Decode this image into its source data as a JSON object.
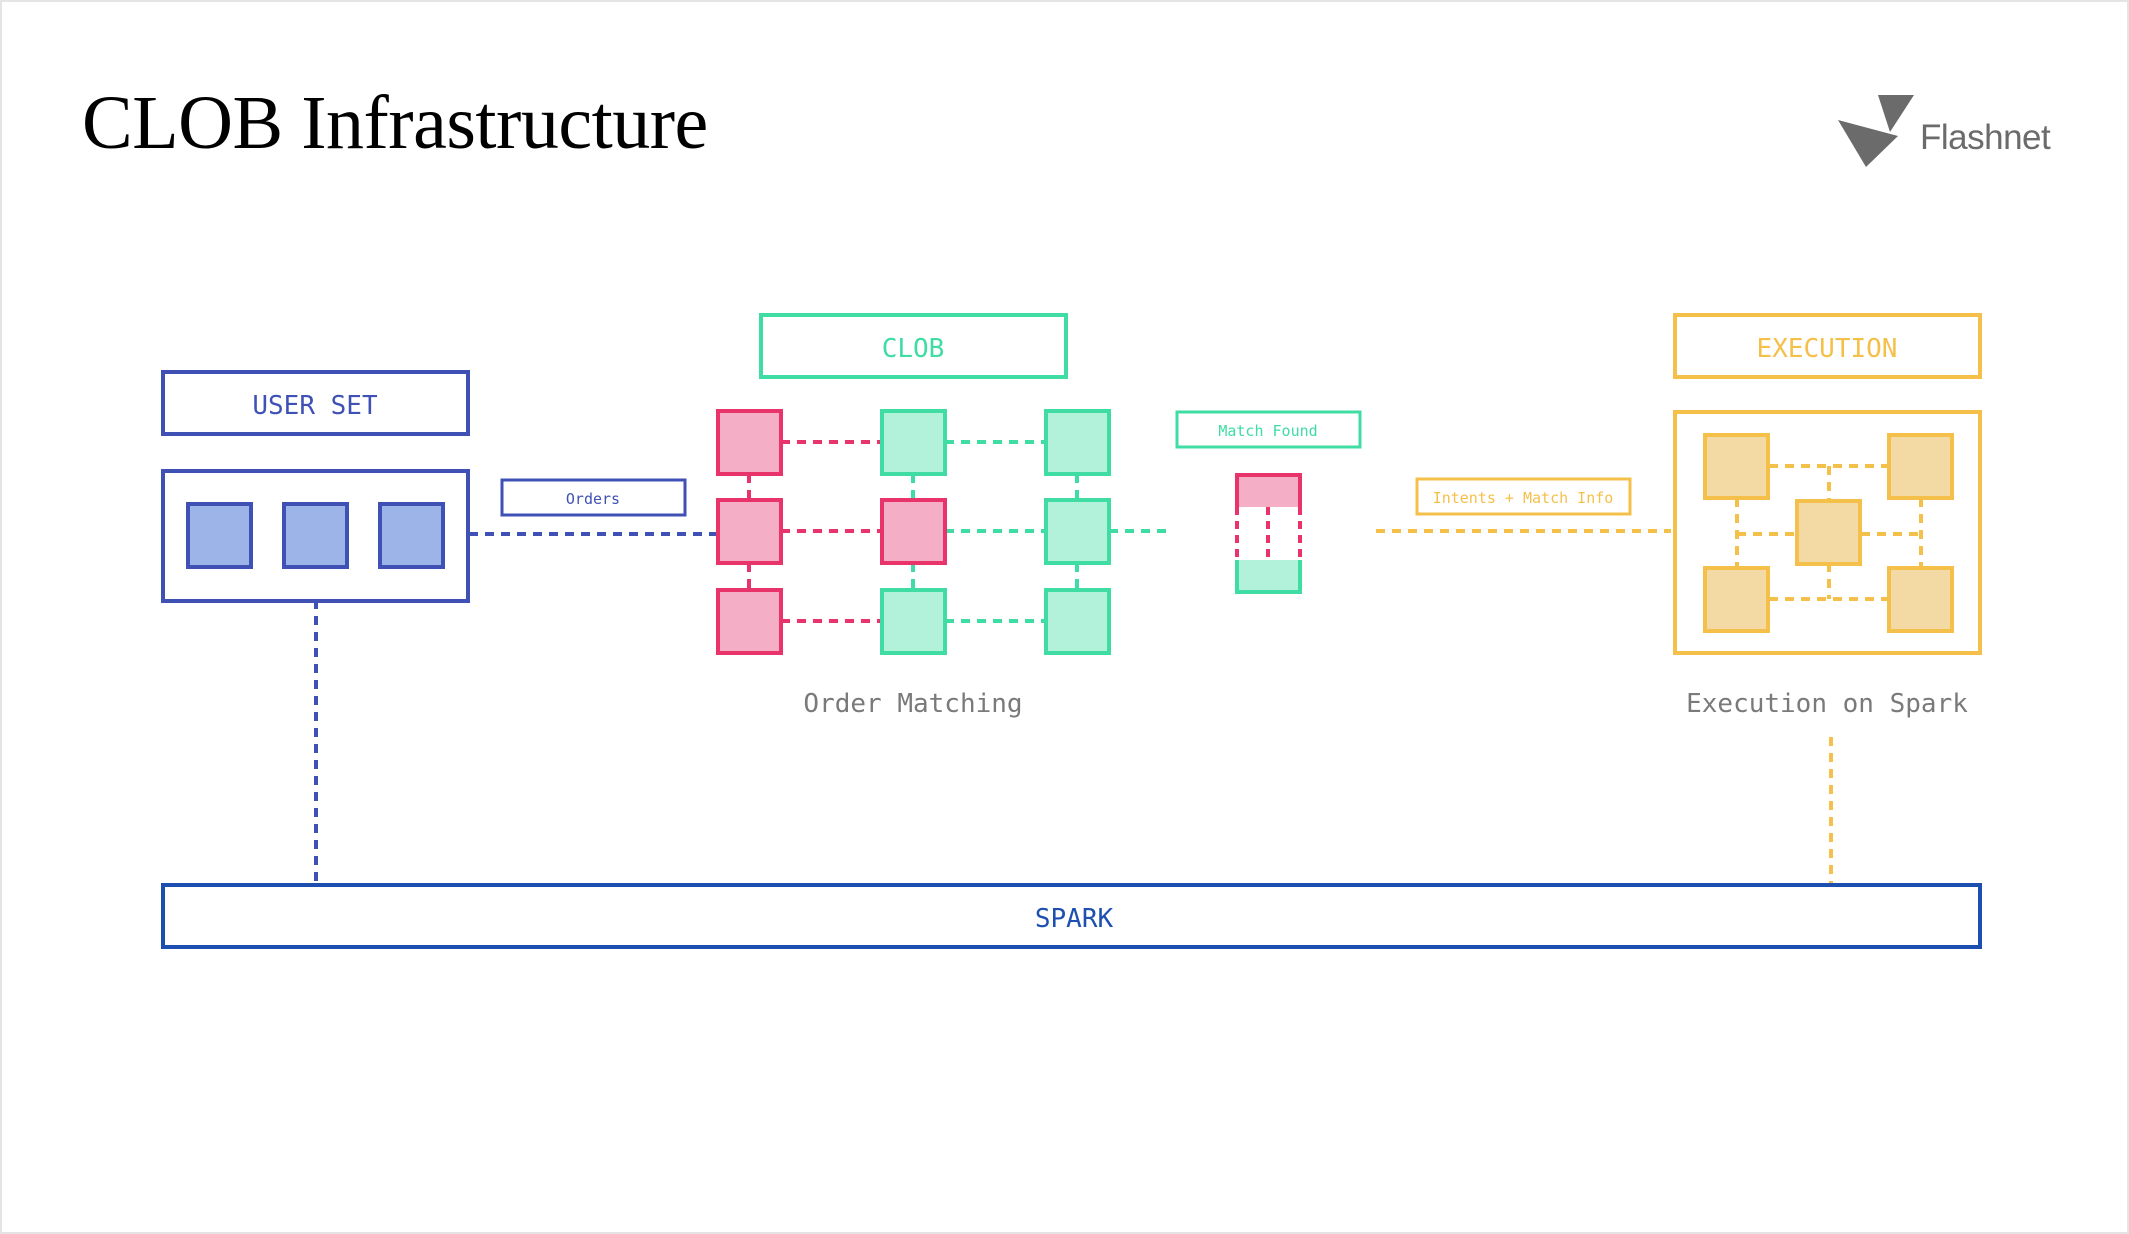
{
  "title": "CLOB Infrastructure",
  "brand": {
    "name": "Flashnet",
    "logo_icon": "flashnet-bolt-icon"
  },
  "colors": {
    "user": "#3f51b5",
    "user_fill": "#9db4e8",
    "pink": "#e8336b",
    "pink_fill": "#f4aec6",
    "green": "#3fdca4",
    "green_fill": "#b2f2da",
    "yellow": "#f5c04a",
    "yellow_fill": "#f3d9a3",
    "spark": "#1c4fb0",
    "gray_text": "#7a7a7a"
  },
  "diagram": {
    "user_set": {
      "label": "USER SET"
    },
    "orders": {
      "label": "Orders"
    },
    "clob": {
      "label": "CLOB",
      "caption": "Order Matching"
    },
    "match": {
      "label": "Match Found"
    },
    "intents": {
      "label": "Intents + Match Info"
    },
    "execution": {
      "label": "EXECUTION",
      "caption": "Execution on Spark"
    },
    "spark": {
      "label": "SPARK"
    }
  }
}
